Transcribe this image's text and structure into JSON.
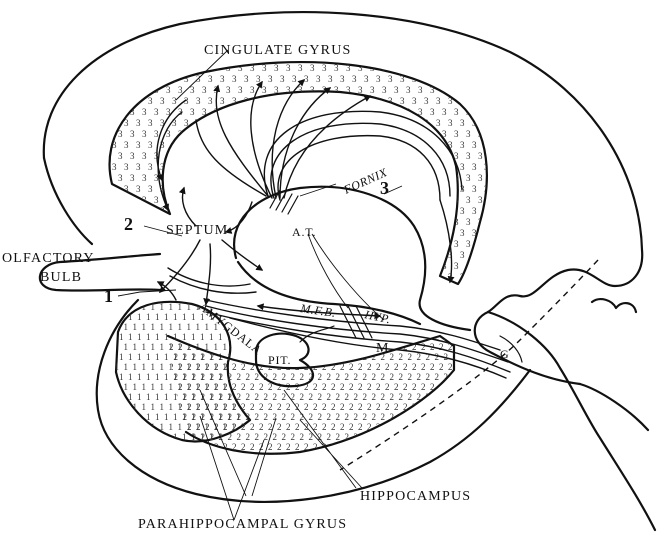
{
  "labels": {
    "cingulate_gyrus": "CINGULATE GYRUS",
    "fornix": "FORNIX",
    "septum": "SEPTUM",
    "olfactory": "OLFACTORY",
    "bulb": "BULB",
    "amygdala": "AMYGDALA",
    "anterior_thalamus": "A.T.",
    "mfb": "M.F.B.",
    "hyp": "HYP.",
    "m": "M",
    "g": "G",
    "pit": "PIT.",
    "hippocampus": "HIPPOCAMPUS",
    "parahippocampal_gyrus": "PARAHIPPOCAMPAL GYRUS"
  },
  "numbers": {
    "n1": "1",
    "n2": "2",
    "n3": "3"
  },
  "patterns": {
    "cingulate_mark": "3",
    "amygdala_mark": "1",
    "parahippocampal_mark": "2"
  }
}
